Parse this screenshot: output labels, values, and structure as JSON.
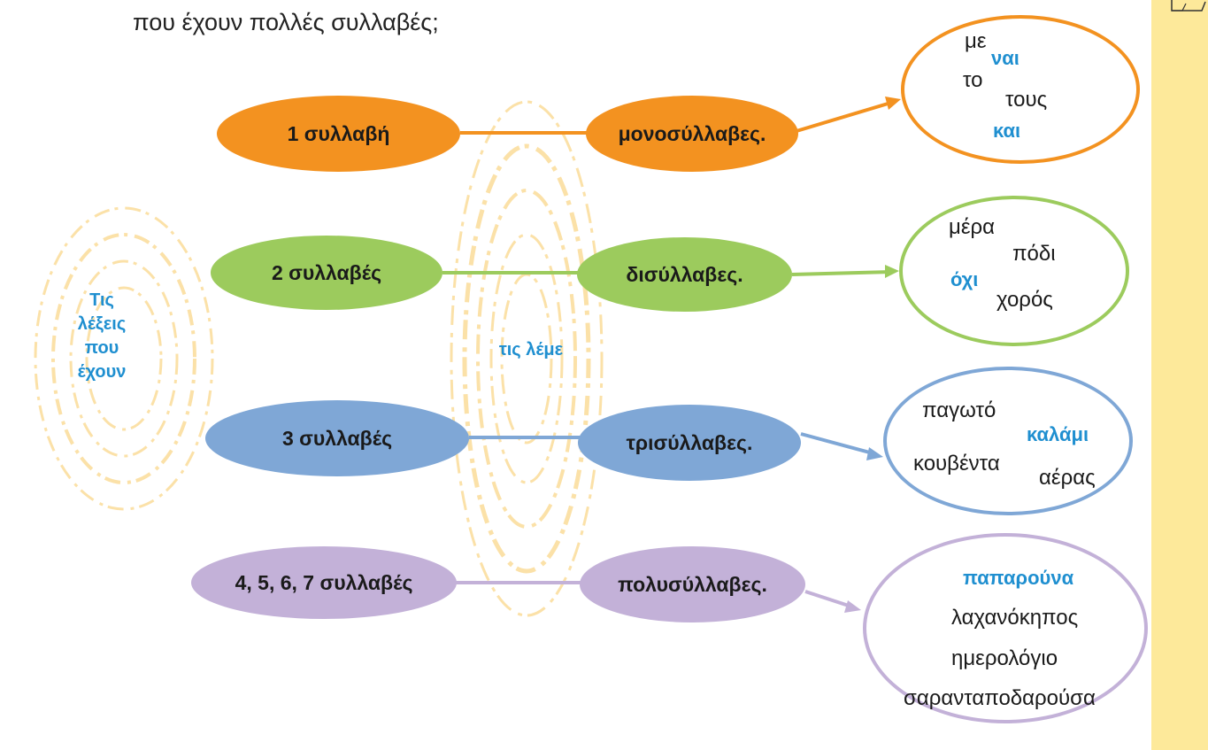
{
  "question": "που έχουν πολλές συλλαβές;",
  "left_label": [
    "Τις",
    "λέξεις",
    "που",
    "έχουν"
  ],
  "middle_label": "τις λέμε",
  "rows": [
    {
      "syllables": "1 συλλαβή",
      "name": "μονοσύλλαβες.",
      "color": "#f39220",
      "examples": [
        {
          "text": "με",
          "highlight": false
        },
        {
          "text": "ναι",
          "highlight": true
        },
        {
          "text": "το",
          "highlight": false
        },
        {
          "text": "τους",
          "highlight": false
        },
        {
          "text": "και",
          "highlight": true
        }
      ]
    },
    {
      "syllables": "2 συλλαβές",
      "name": "δισύλλαβες.",
      "color": "#9ccb5d",
      "examples": [
        {
          "text": "μέρα",
          "highlight": false
        },
        {
          "text": "πόδι",
          "highlight": false
        },
        {
          "text": "όχι",
          "highlight": true
        },
        {
          "text": "χορός",
          "highlight": false
        }
      ]
    },
    {
      "syllables": "3 συλλαβές",
      "name": "τρισύλλαβες.",
      "color": "#7fa7d6",
      "examples": [
        {
          "text": "παγωτό",
          "highlight": false
        },
        {
          "text": "καλάμι",
          "highlight": true
        },
        {
          "text": "κουβέντα",
          "highlight": false
        },
        {
          "text": "αέρας",
          "highlight": false
        }
      ]
    },
    {
      "syllables": "4, 5, 6, 7 συλλαβές",
      "name": "πολυσύλλαβες.",
      "color": "#c3b1d8",
      "examples": [
        {
          "text": "παπαρούνα",
          "highlight": true
        },
        {
          "text": "λαχανόκηπος",
          "highlight": false
        },
        {
          "text": "ημερολόγιο",
          "highlight": false
        },
        {
          "text": "σαρανταποδαρούσα",
          "highlight": false
        }
      ]
    }
  ],
  "colors": {
    "sidebar": "#fde99a",
    "highlight": "#1f8fd0",
    "swirl": "#f7c960"
  },
  "icons": [
    "book-icon"
  ]
}
